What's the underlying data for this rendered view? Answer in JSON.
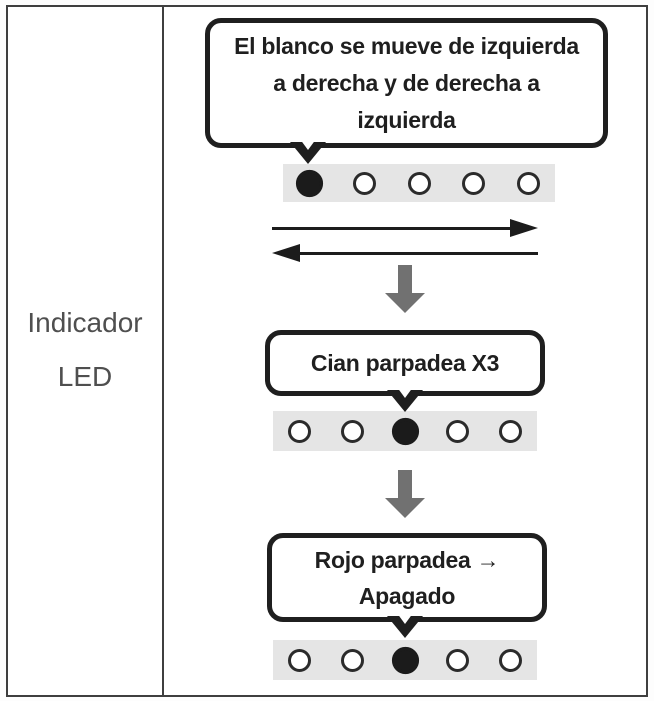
{
  "table": {
    "label": {
      "line1": "Indicador",
      "line2": "LED"
    }
  },
  "steps": [
    {
      "bubble_lines": [
        "El blanco se mueve de izquierda",
        "a derecha y de derecha a",
        "izquierda"
      ],
      "leds": [
        "on",
        "off",
        "off",
        "off",
        "off"
      ]
    },
    {
      "bubble_lines": [
        "Cian parpadea X3"
      ],
      "leds": [
        "off",
        "off",
        "on",
        "off",
        "off"
      ]
    },
    {
      "bubble_lines": [
        "Rojo parpadea →",
        "Apagado"
      ],
      "leds": [
        "off",
        "off",
        "on",
        "off",
        "off"
      ]
    }
  ],
  "colors": {
    "table_border": "#3f3f3f",
    "bubble_border": "#1f1f1f",
    "bubble_text": "#1f1f1f",
    "label_text": "#4f4f4f",
    "led_strip_bg": "#e5e5e5",
    "led_outline": "#2b2b2b",
    "led_on": "#1b1b1b",
    "led_off": "#ffffff",
    "black_arrow": "#1c1c1c",
    "gray_arrow": "#717171"
  }
}
